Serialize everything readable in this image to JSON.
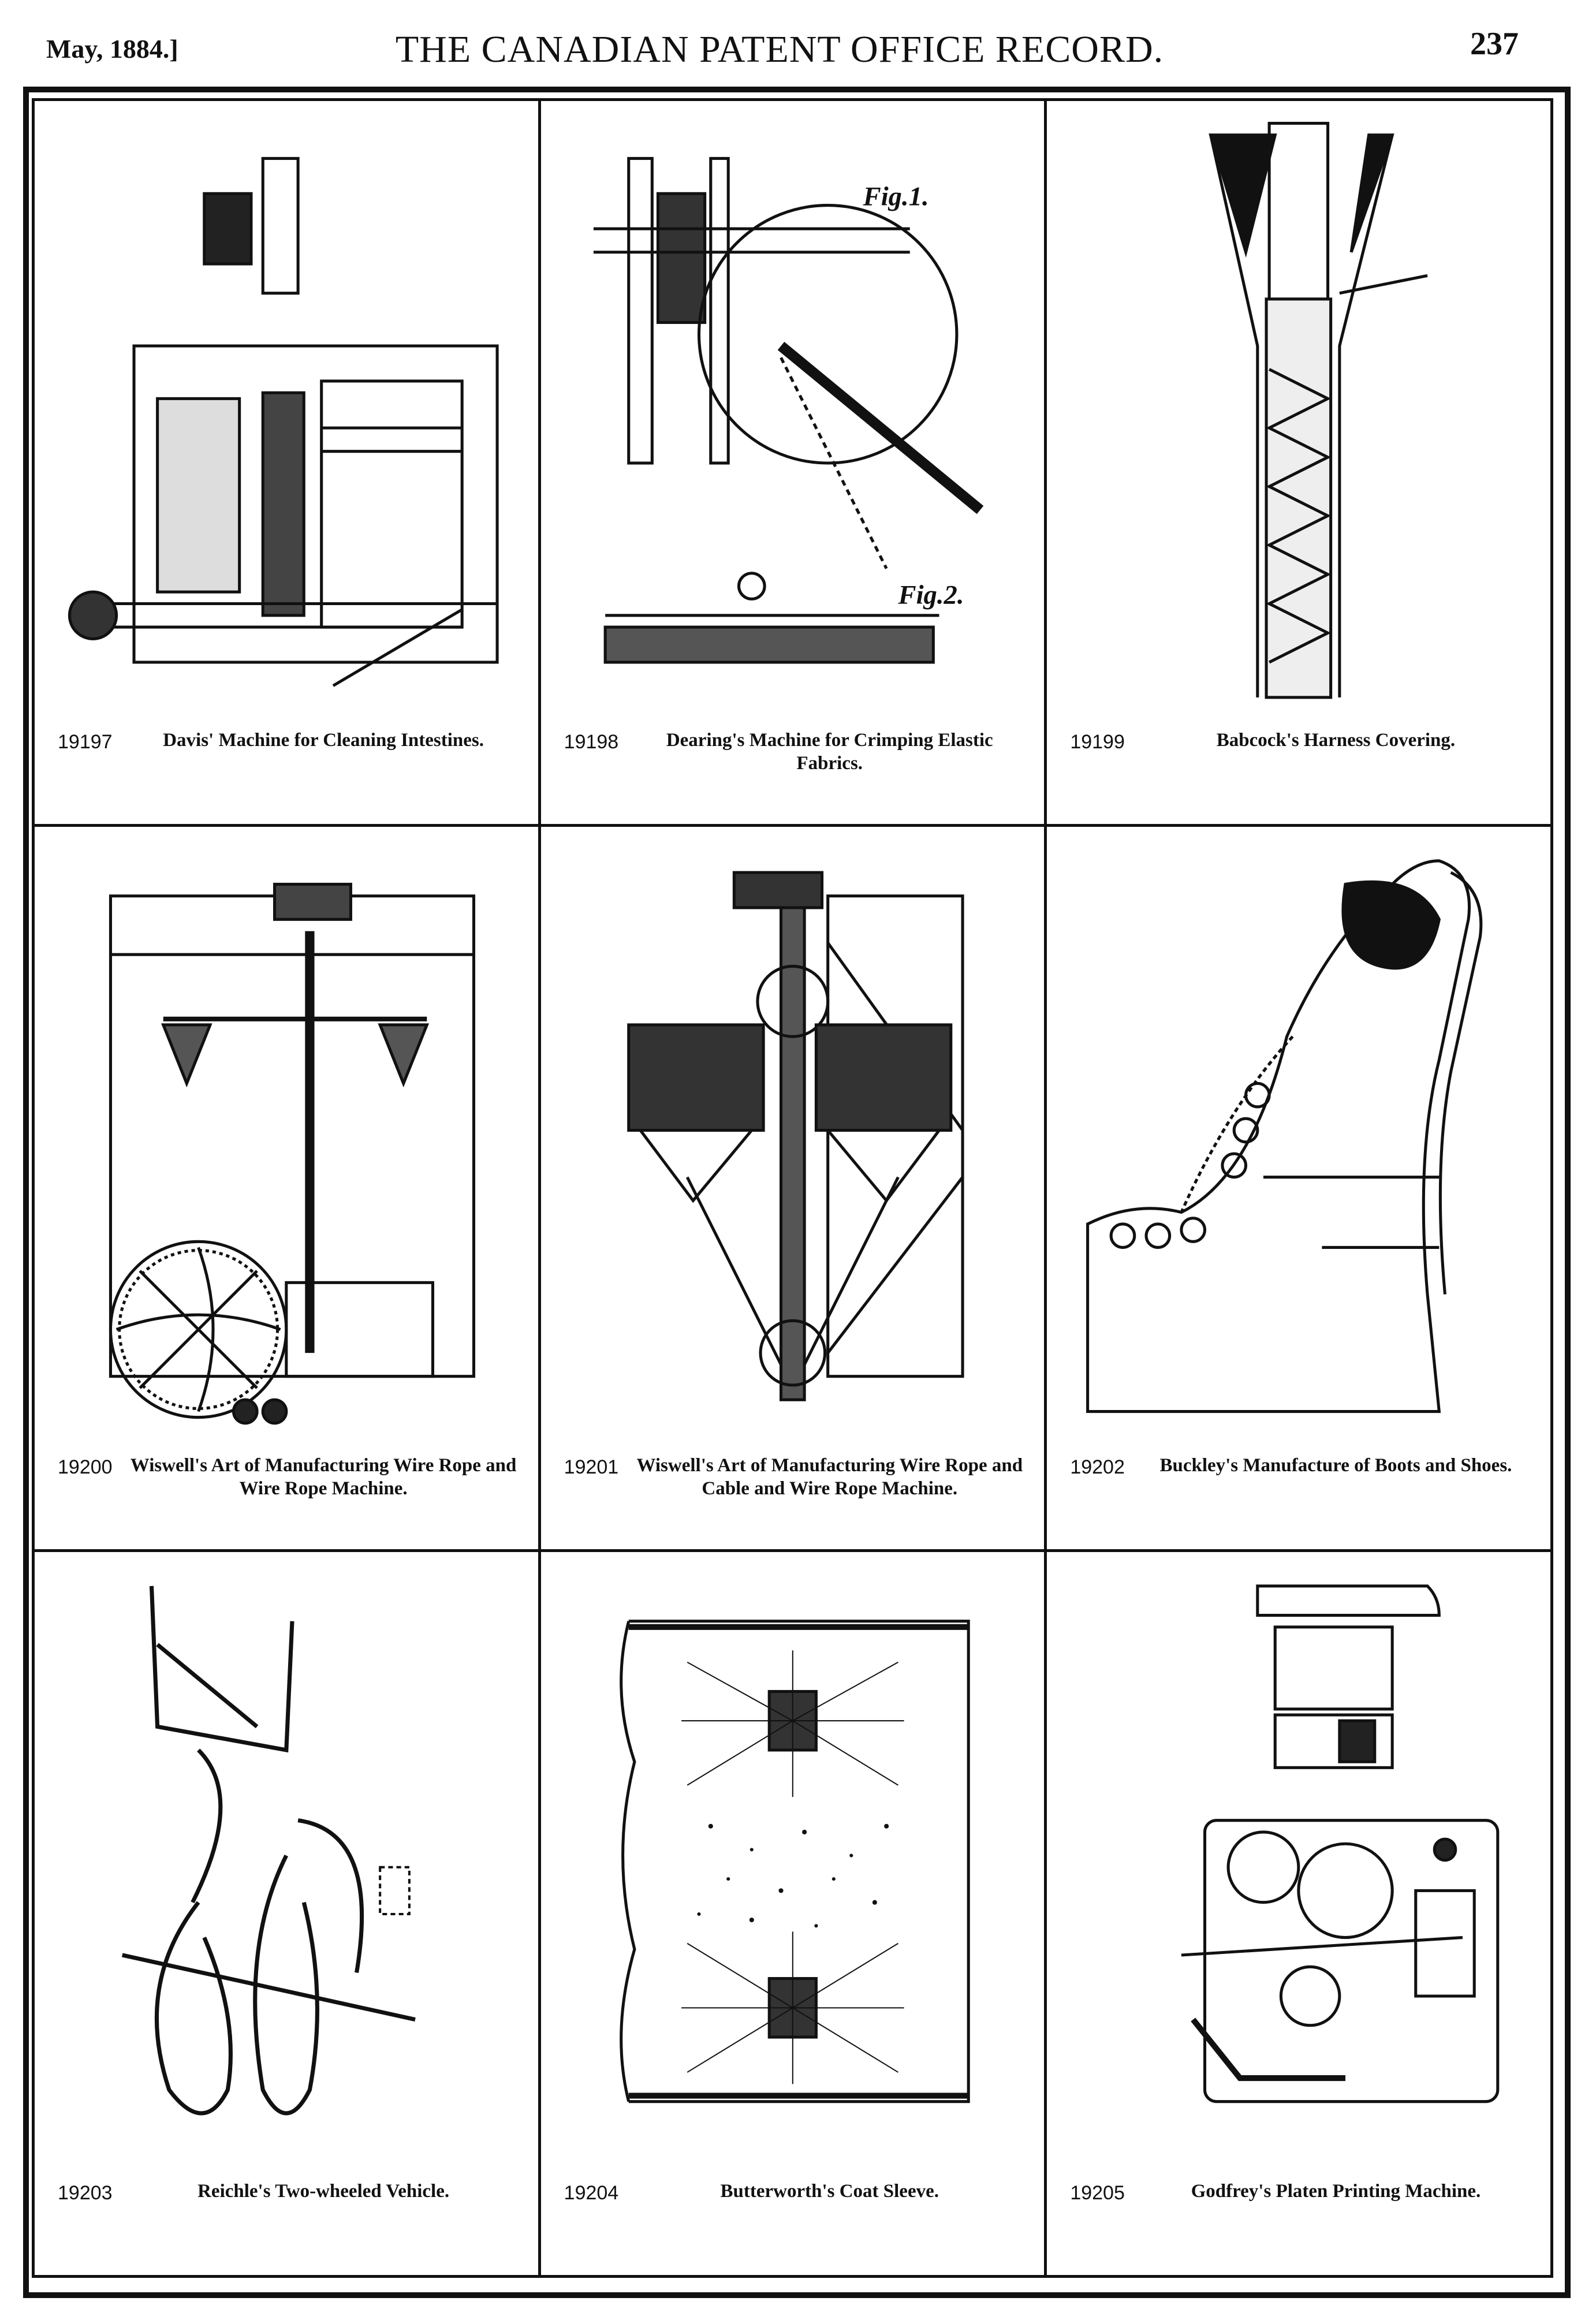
{
  "header": {
    "date": "May, 1884.]",
    "title": "THE CANADIAN PATENT OFFICE RECORD.",
    "page_number": "237"
  },
  "patents": [
    {
      "number": "19197",
      "title": "Davis' Machine for Cleaning Intestines."
    },
    {
      "number": "19198",
      "title": "Dearing's Machine for Crimping Elastic Fabrics."
    },
    {
      "number": "19199",
      "title": "Babcock's Harness Covering."
    },
    {
      "number": "19200",
      "title": "Wiswell's Art of Manufacturing Wire Rope and Wire Rope Machine."
    },
    {
      "number": "19201",
      "title": "Wiswell's Art of Manufacturing Wire Rope and Cable and Wire Rope Machine."
    },
    {
      "number": "19202",
      "title": "Buckley's Manufacture of Boots and Shoes."
    },
    {
      "number": "19203",
      "title": "Reichle's Two-wheeled Vehicle."
    },
    {
      "number": "19204",
      "title": "Butterworth's Coat Sleeve."
    },
    {
      "number": "19205",
      "title": "Godfrey's Platen Printing Machine."
    }
  ],
  "figure_labels": {
    "fig1": "Fig.1.",
    "fig2": "Fig.2."
  }
}
